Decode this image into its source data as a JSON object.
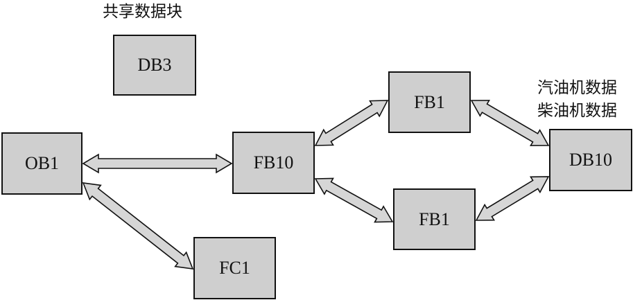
{
  "labels": {
    "shared": "共享数据块",
    "gasoline": "汽油机数据",
    "diesel": "柴油机数据"
  },
  "blocks": {
    "db3": "DB3",
    "ob1": "OB1",
    "fb10": "FB10",
    "fb1_top": "FB1",
    "fb1_bottom": "FB1",
    "db10": "DB10",
    "fc1": "FC1"
  }
}
